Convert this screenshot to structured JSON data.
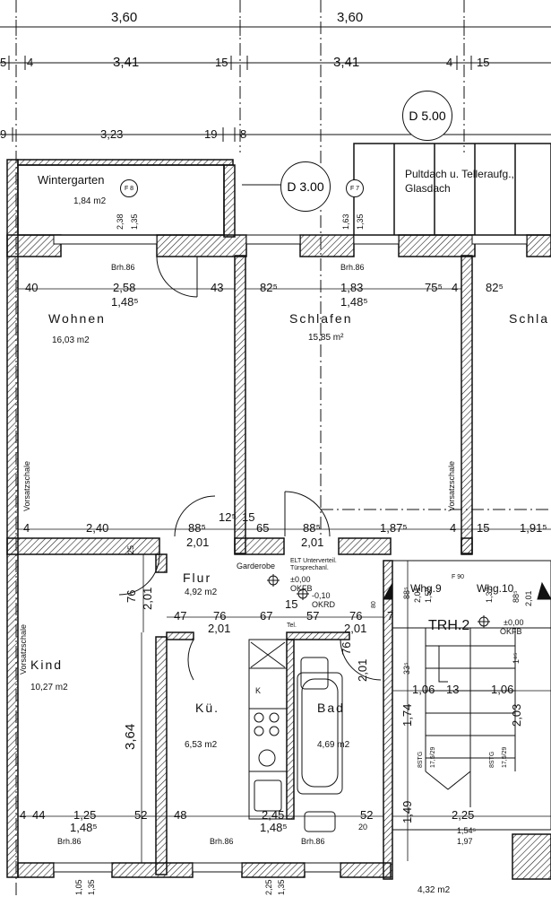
{
  "dims_top": {
    "a1": "3,60",
    "a2": "3,60",
    "b1": "5",
    "b2": "4",
    "b3": "3,41",
    "b4": "15",
    "b5": "3,41",
    "b6": "4",
    "b7": "15",
    "c1": "9",
    "c2": "3,23",
    "c3": "19",
    "c4": "8"
  },
  "tags": {
    "d5": "D 5.00",
    "d3": "D 3.00",
    "f8": "F 8",
    "f7": "F 7"
  },
  "notes": {
    "pultdach": "Pultdach u. Telleraufg.,",
    "glasdach": "Glasdach"
  },
  "rooms": {
    "wintergarten": "Wintergarten",
    "wintergarten_area": "1,84 m2",
    "wohnen": "Wohnen",
    "wohnen_area": "16,03 m2",
    "schlafen": "Schlafen",
    "schlafen_area": "15,85 m²",
    "schla": "Schla",
    "flur": "Flur",
    "flur_area": "4,92 m2",
    "kind": "Kind",
    "kind_area": "10,27 m2",
    "kue": "Kü.",
    "kue_area": "6,53 m2",
    "bad": "Bad",
    "bad_area": "4,69 m2",
    "garderobe": "Garderobe",
    "elt1": "ELT Unterverteil.",
    "elt2": "Türsprechanl.",
    "trh": "TRH.2",
    "whg9": "Whg.9",
    "whg10": "Whg.10",
    "bottom_area": "4,32 m2"
  },
  "window_dims": {
    "wg1": "2,38",
    "wg2": "1,35",
    "s1": "1,63",
    "s2": "1,35",
    "brh1": "Brh.86",
    "brh2": "Brh.86",
    "w1": "40",
    "w2": "2,58",
    "w3": "1,48⁵",
    "w4": "43",
    "s3": "82⁵",
    "s4": "1,83",
    "s5": "1,48⁵",
    "s6": "75⁵",
    "s7": "4",
    "s8": "82⁵"
  },
  "wall_labels": {
    "v1": "Vorsatzschale",
    "v2": "Vorsatzschale",
    "v3": "Vorsatzschale"
  },
  "mid_dims": {
    "m1": "4",
    "m2": "2,40",
    "m3": "88⁵",
    "m4": "2,01",
    "m5": "12⁵",
    "m6": "15",
    "m7": "65",
    "m8": "88⁵",
    "m9": "2,01",
    "m10": "1,87⁵",
    "m11": "4",
    "m12": "15",
    "m13": "1,91⁵",
    "m14": "25",
    "m15": "76",
    "m16": "2,01"
  },
  "flur_dims": {
    "f1": "47",
    "f2": "76",
    "f3": "67",
    "f4": "57",
    "f5": "76",
    "f6": "7",
    "f7": "2,01",
    "f8": "2,01",
    "f9": "76",
    "f10": "2,01",
    "lvl1": "±0,00",
    "lvl1b": "OKFB",
    "lvl2": "-0,10",
    "lvl2b": "OKRD",
    "l15": "15",
    "tel": "Tel."
  },
  "stair_dims": {
    "st1": "88⁵",
    "st2": "2,01",
    "st3": "1,52",
    "st4": "1,37",
    "st5": "88⁵",
    "st6": "2,01",
    "st7": "±0,00",
    "st8": "OKFB",
    "st9": "33⁵",
    "st10": "1,06",
    "st11": "13",
    "st12": "1,06",
    "st13": "1⁸⁵",
    "st14": "1,74",
    "st15": "2,03",
    "st16": "8STG",
    "st17": "17,5/29",
    "st18": "8STG",
    "st19": "17,5/29",
    "st20": "1,49",
    "st21": "2,25",
    "st22": "1,54⁵",
    "st23": "1,97",
    "st24": "F 90",
    "st25": "80"
  },
  "bottom_dims": {
    "b1": "4",
    "b2": "44",
    "b3": "1,25",
    "b4": "1,48⁵",
    "b5": "52",
    "b6": "48",
    "b7": "2,45",
    "b8": "1,48⁵",
    "b9": "52",
    "b10": "20",
    "b11": "Brh.86",
    "b12": "Brh.86",
    "b13": "Brh.86",
    "b14": "1,05",
    "b15": "1,35",
    "b16": "2,25",
    "b17": "1,35",
    "b18": "3,64",
    "b19": "K"
  }
}
